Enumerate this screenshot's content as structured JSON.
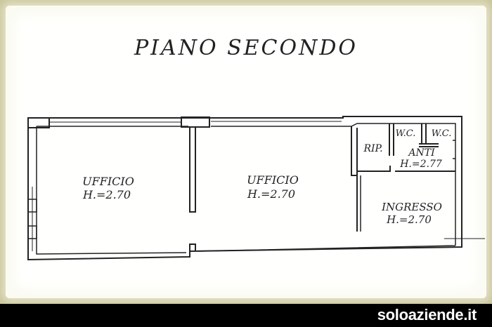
{
  "plan": {
    "title": "PIANO SECONDO",
    "rooms": [
      {
        "name": "UFFICIO",
        "height": "H.=2.70"
      },
      {
        "name": "UFFICIO",
        "height": "H.=2.70"
      },
      {
        "name": "INGRESSO",
        "height": "H.=2.70"
      },
      {
        "name": "ANTI",
        "height": "H.=2.77"
      },
      {
        "name": "W.C."
      },
      {
        "name": "W.C."
      },
      {
        "name": "RIP."
      }
    ]
  },
  "footer": {
    "brand": "soloaziende.it"
  },
  "colors": {
    "frame": "#c7c49a",
    "paper": "#fffffe",
    "ink": "#222222",
    "footer_bg": "#000000",
    "footer_text": "#ffffff"
  }
}
